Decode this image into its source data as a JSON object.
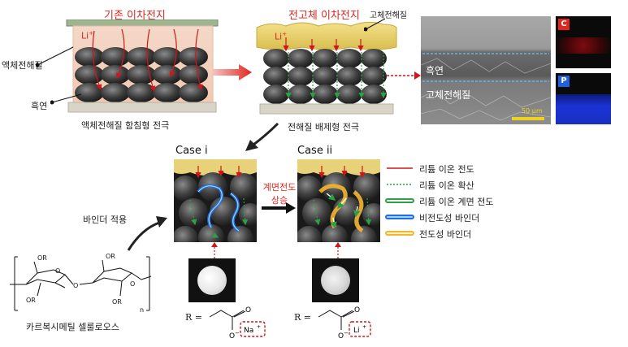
{
  "top": {
    "conventional_title": "기존 이차전지",
    "allsolid_title": "전고체 이차전지",
    "liquid_electrolyte": "액체전해질",
    "graphite": "흑연",
    "solid_electrolyte": "고체전해질",
    "li_label": "Li",
    "conv_caption": "액체전해질 함침형 전극",
    "solid_caption": "전해질 배제형 전극"
  },
  "sem": {
    "graphite_label": "흑연",
    "solid_label": "고체전해질",
    "scale_bar": "50 μm",
    "map_c": "C",
    "map_p": "P",
    "colors": {
      "carbon": "#d0161a",
      "phosphorus": "#1030d8"
    }
  },
  "cases": {
    "case1": "Case i",
    "case2": "Case ii",
    "interface_line1": "계면전도",
    "interface_line2": "상승",
    "binder_apply": "바인더 적용"
  },
  "legend": [
    {
      "label": "리튬 이온 전도",
      "color": "#d0161a"
    },
    {
      "label": "리튬 이온 확산",
      "color": "#2ea043"
    },
    {
      "label": "리튬 이온 계면 전도",
      "color": "#2ea043"
    },
    {
      "label": "비전도성 바인더",
      "color": "#1f6fe0"
    },
    {
      "label": "전도성 바인더",
      "color": "#f2b632"
    }
  ],
  "structure": {
    "name": "카르복시메틸 셀룰로오스",
    "or": "OR",
    "o": "O",
    "n": "n",
    "r_eq": "R =",
    "o_minus": "O",
    "na": "Na",
    "li": "Li"
  }
}
